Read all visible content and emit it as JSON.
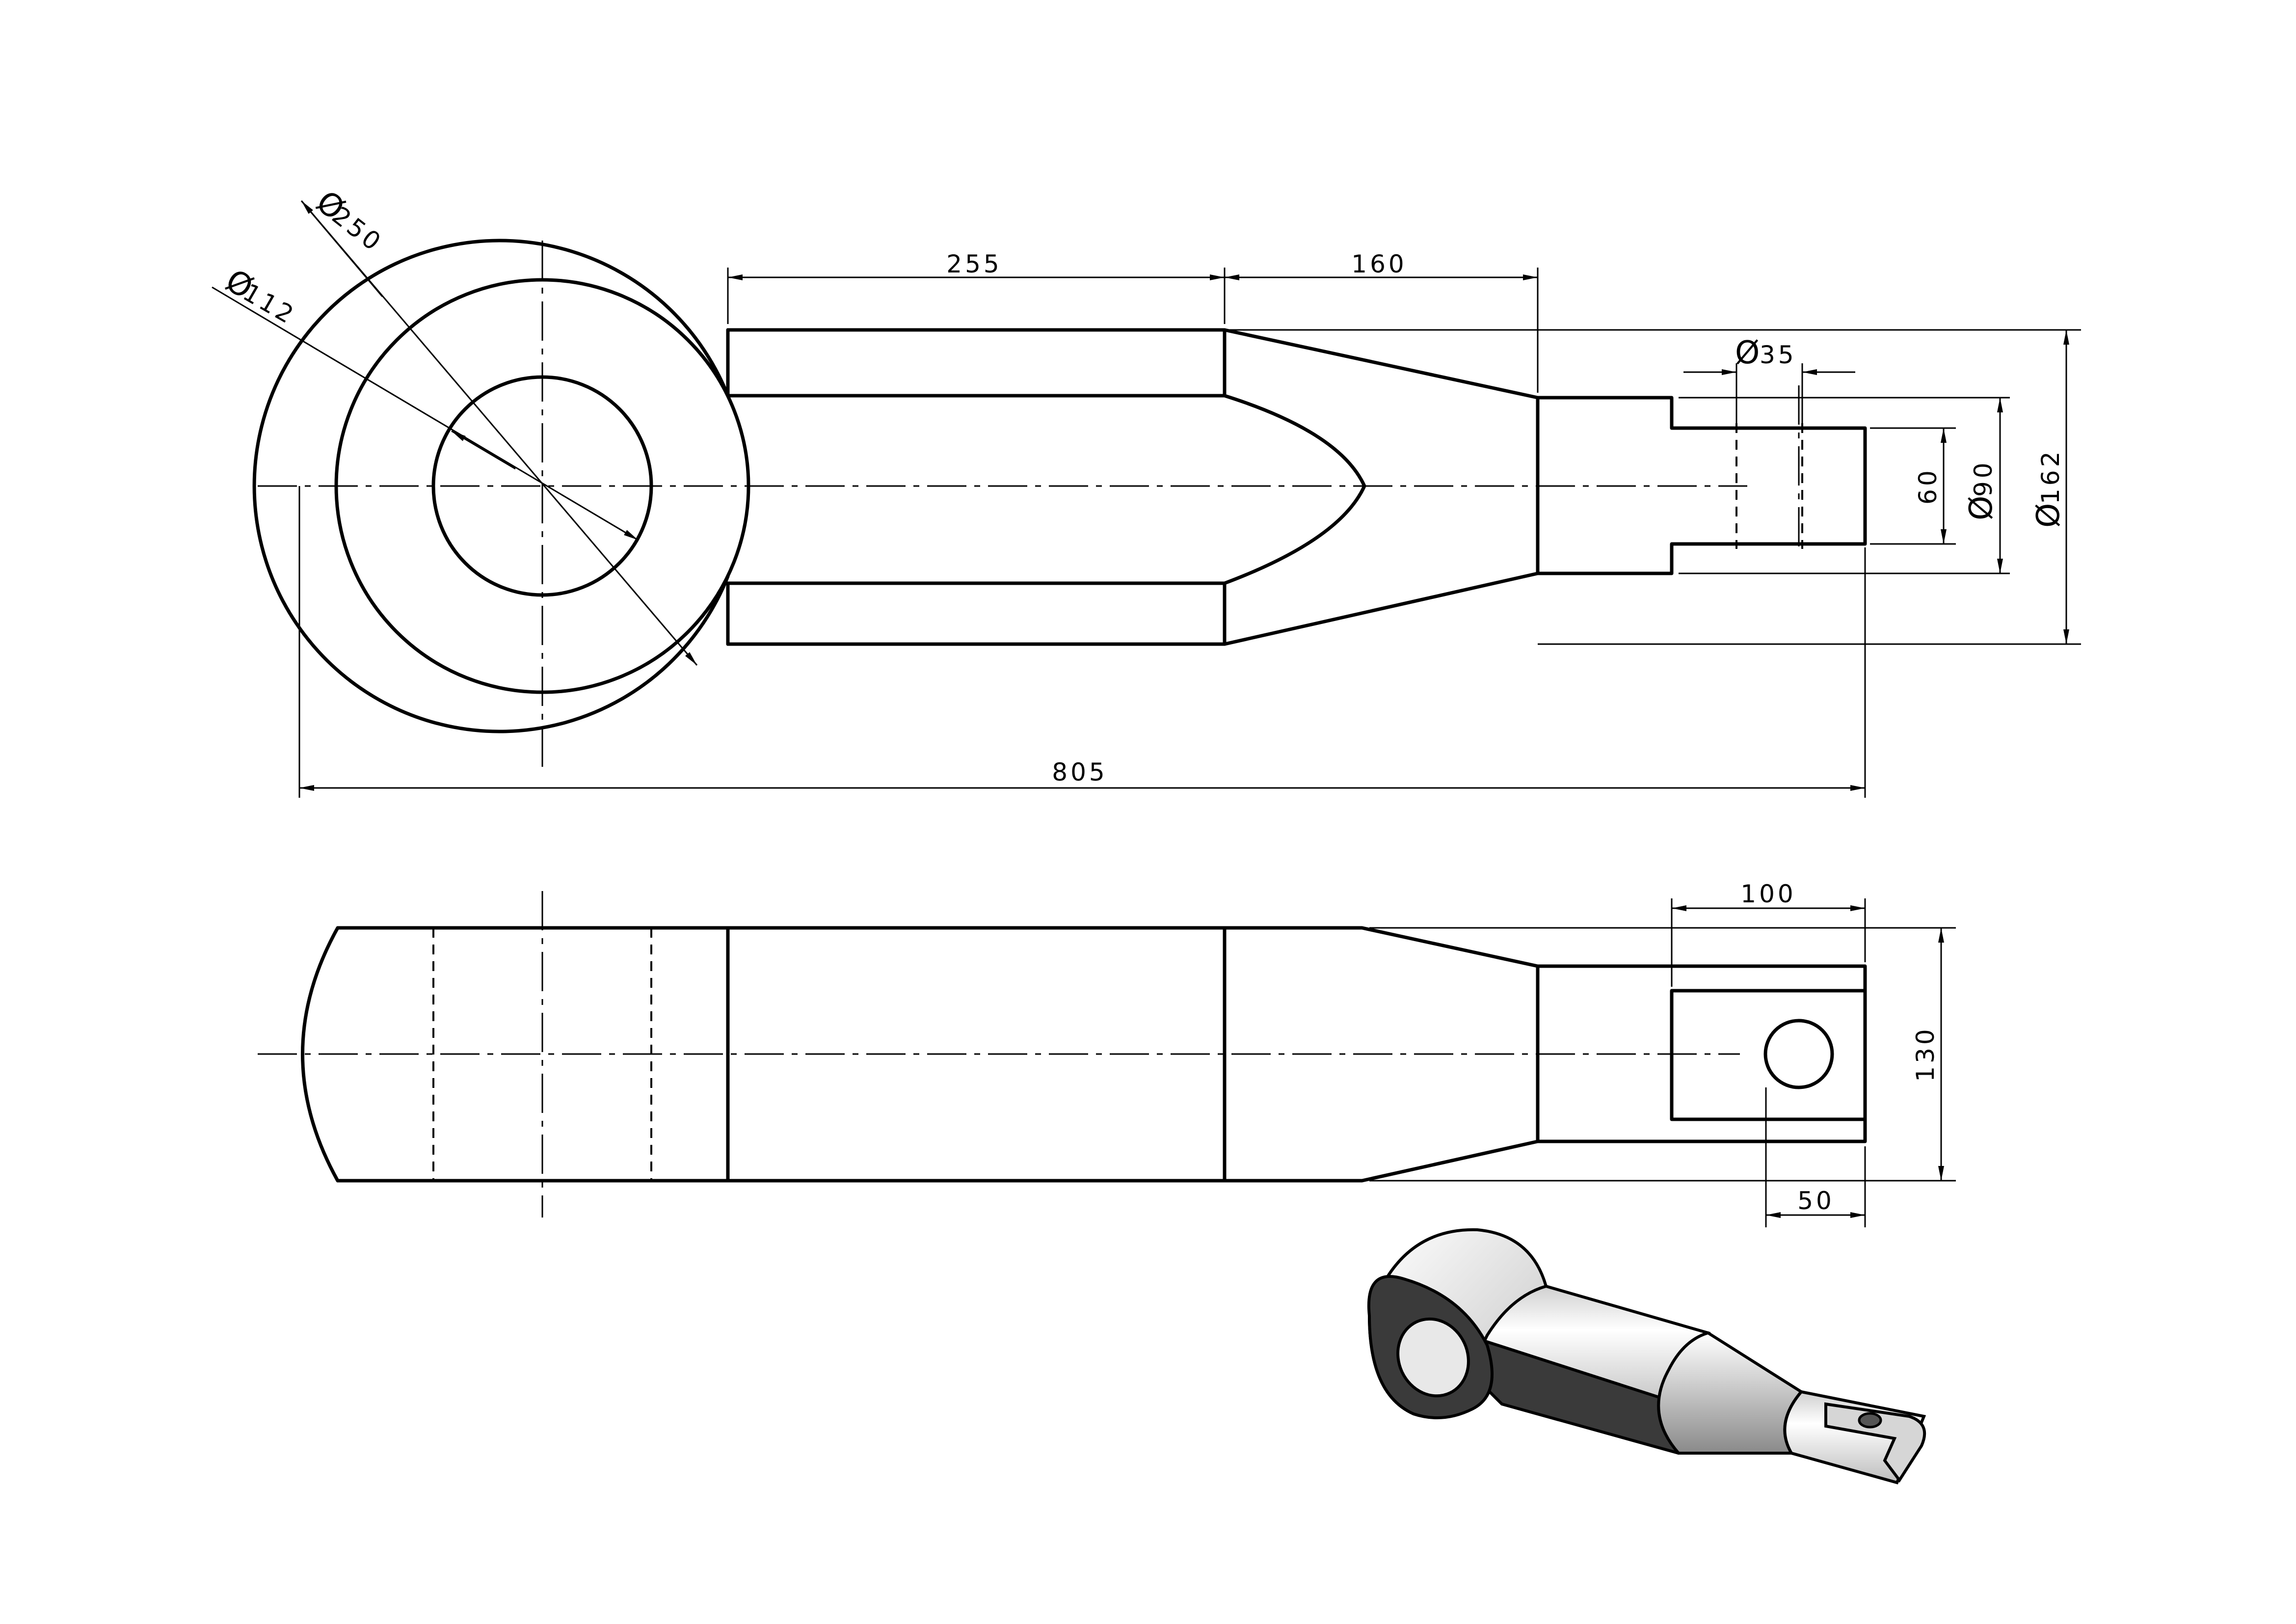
{
  "drawing": {
    "type": "technical-drawing",
    "views": [
      "front-view",
      "top-view",
      "isometric-view"
    ],
    "dimensions": {
      "d250": {
        "symbol": "Ø",
        "value": "250"
      },
      "d112": {
        "symbol": "Ø",
        "value": "112"
      },
      "len255": "255",
      "len160": "160",
      "d35": {
        "symbol": "Ø",
        "value": "35"
      },
      "h60": "60",
      "d90": {
        "symbol": "Ø",
        "value": "90"
      },
      "d162": {
        "symbol": "Ø",
        "value": "162"
      },
      "total805": "805",
      "len100": "100",
      "h130": "130",
      "len50": "50"
    },
    "colors": {
      "line": "#000000",
      "background": "#ffffff",
      "shade_dark": "#3a3a3a",
      "shade_light": "#eeeeee"
    }
  }
}
